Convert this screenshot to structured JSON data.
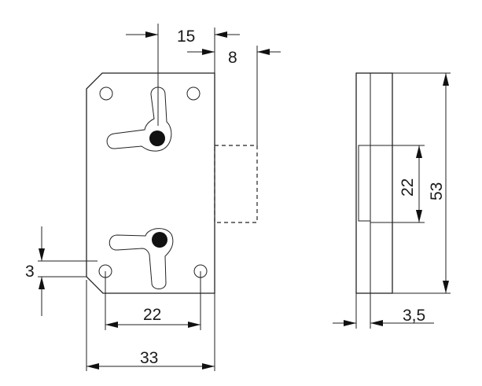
{
  "dimensions": {
    "bolt_offset": "15",
    "bolt_length": "8",
    "hole_spacing": "22",
    "plate_width": "33",
    "hole_edge_offset": "3",
    "bolt_height": "22",
    "total_height": "53",
    "plate_thickness": "3,5"
  },
  "colors": {
    "line": "#222222",
    "hole_fill": "#111111",
    "background": "#ffffff"
  }
}
